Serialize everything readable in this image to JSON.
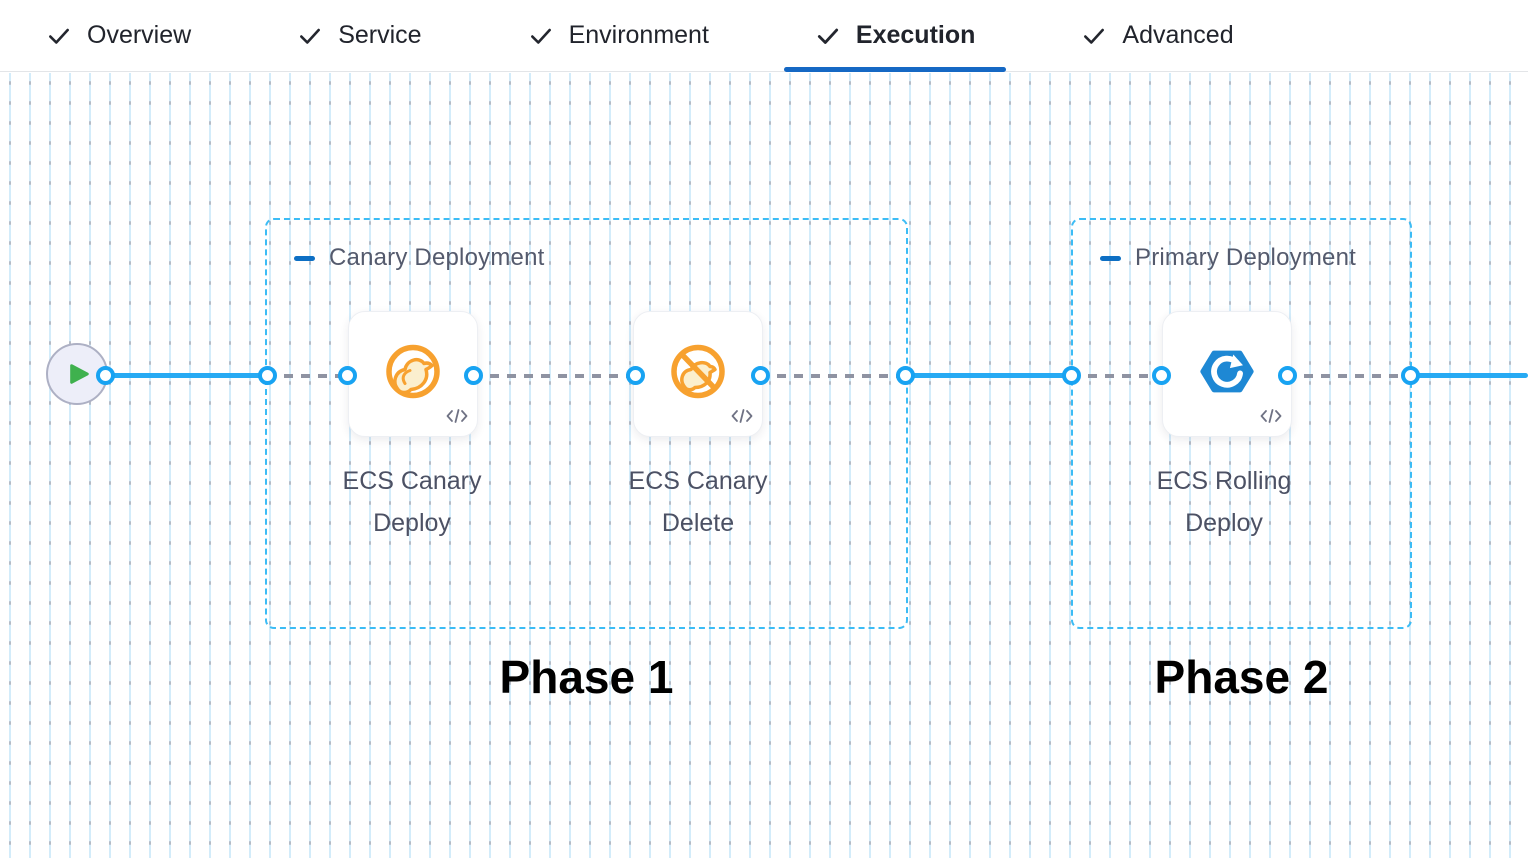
{
  "tabs": {
    "active": "Execution",
    "items": [
      {
        "label": "Overview",
        "checked": true
      },
      {
        "label": "Service",
        "checked": true
      },
      {
        "label": "Environment",
        "checked": true
      },
      {
        "label": "Execution",
        "checked": true
      },
      {
        "label": "Advanced",
        "checked": true
      }
    ]
  },
  "pipeline": {
    "start_node": {
      "icon": "play-icon"
    },
    "groups": [
      {
        "title": "Canary Deployment",
        "phase_label": "Phase 1",
        "collapse_icon": "minus-icon",
        "steps": [
          {
            "name": "ECS Canary Deploy",
            "icon": "ecs-canary-deploy-icon",
            "badge_icon": "code-icon"
          },
          {
            "name": "ECS Canary Delete",
            "icon": "ecs-canary-delete-icon",
            "badge_icon": "code-icon"
          }
        ]
      },
      {
        "title": "Primary Deployment",
        "phase_label": "Phase 2",
        "collapse_icon": "minus-icon",
        "steps": [
          {
            "name": "ECS Rolling Deploy",
            "icon": "ecs-rolling-deploy-icon",
            "badge_icon": "code-icon"
          }
        ]
      }
    ]
  },
  "colors": {
    "active_tab_underline": "#1568c4",
    "connector_blue": "#27aaf3",
    "group_border_blue": "#3cbcf5",
    "port_ring_blue": "#18a3f2",
    "canary_orange": "#f7a12f",
    "ecs_rolling_blue": "#1e88d4",
    "play_green": "#3fb14e",
    "text_slate": "#4c5164"
  }
}
